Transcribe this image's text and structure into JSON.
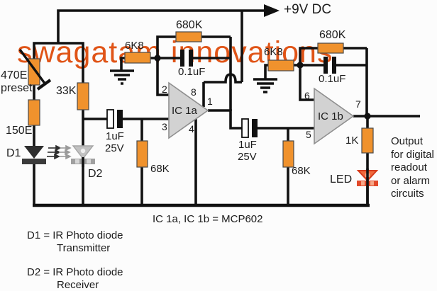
{
  "watermark": {
    "text": "swagatam innovations",
    "color": "#e05417"
  },
  "supply_label": "+9V DC",
  "components": {
    "preset_value": "470E",
    "preset_caption": "preset",
    "r_150": "150E",
    "r_33k": "33K",
    "d1": "D1",
    "d2": "D2",
    "r_6k8_a": "6K8",
    "r_680k_a": "680K",
    "c_01uf_a": "0.1uF",
    "c_1uf_a_value": "1uF",
    "c_1uf_a_voltage": "25V",
    "r_68k_a": "68K",
    "r_6k8_b": "6K8",
    "r_680k_b": "680K",
    "c_01uf_b": "0.1uF",
    "c_1uf_b_value": "1uF",
    "c_1uf_b_voltage": "25V",
    "r_68k_b": "68K",
    "r_1k": "1K",
    "led": "LED"
  },
  "ic1a": {
    "label": "IC 1a",
    "pin_inverting": "2",
    "pin_noninverting": "3",
    "pin_vdd": "8",
    "pin_output": "1",
    "pin_vss": "4"
  },
  "ic1b": {
    "label": "IC 1b",
    "pin_inverting": "6",
    "pin_noninverting": "5",
    "pin_output": "7"
  },
  "notes": {
    "ic_note": "IC 1a, IC 1b = MCP602",
    "d1_line1": "D1 = IR Photo diode",
    "d1_line2": "Transmitter",
    "d2_line1": "D2 = IR Photo diode",
    "d2_line2": "Receiver",
    "output_lines": [
      "Output",
      "for digital",
      "readout",
      "or alarm",
      "circuits"
    ]
  },
  "colors": {
    "wire": "#111111",
    "resistor_fill": "#f0922d",
    "resistor_stroke": "#4a4a4a",
    "ic_fill": "#d2d2d2",
    "ic_stroke": "#8f8f8f",
    "led_red": "#e2492a",
    "d2_gray": "#c2c2c2",
    "text": "#1c1c1c",
    "watermark_orange": "#e05417"
  }
}
